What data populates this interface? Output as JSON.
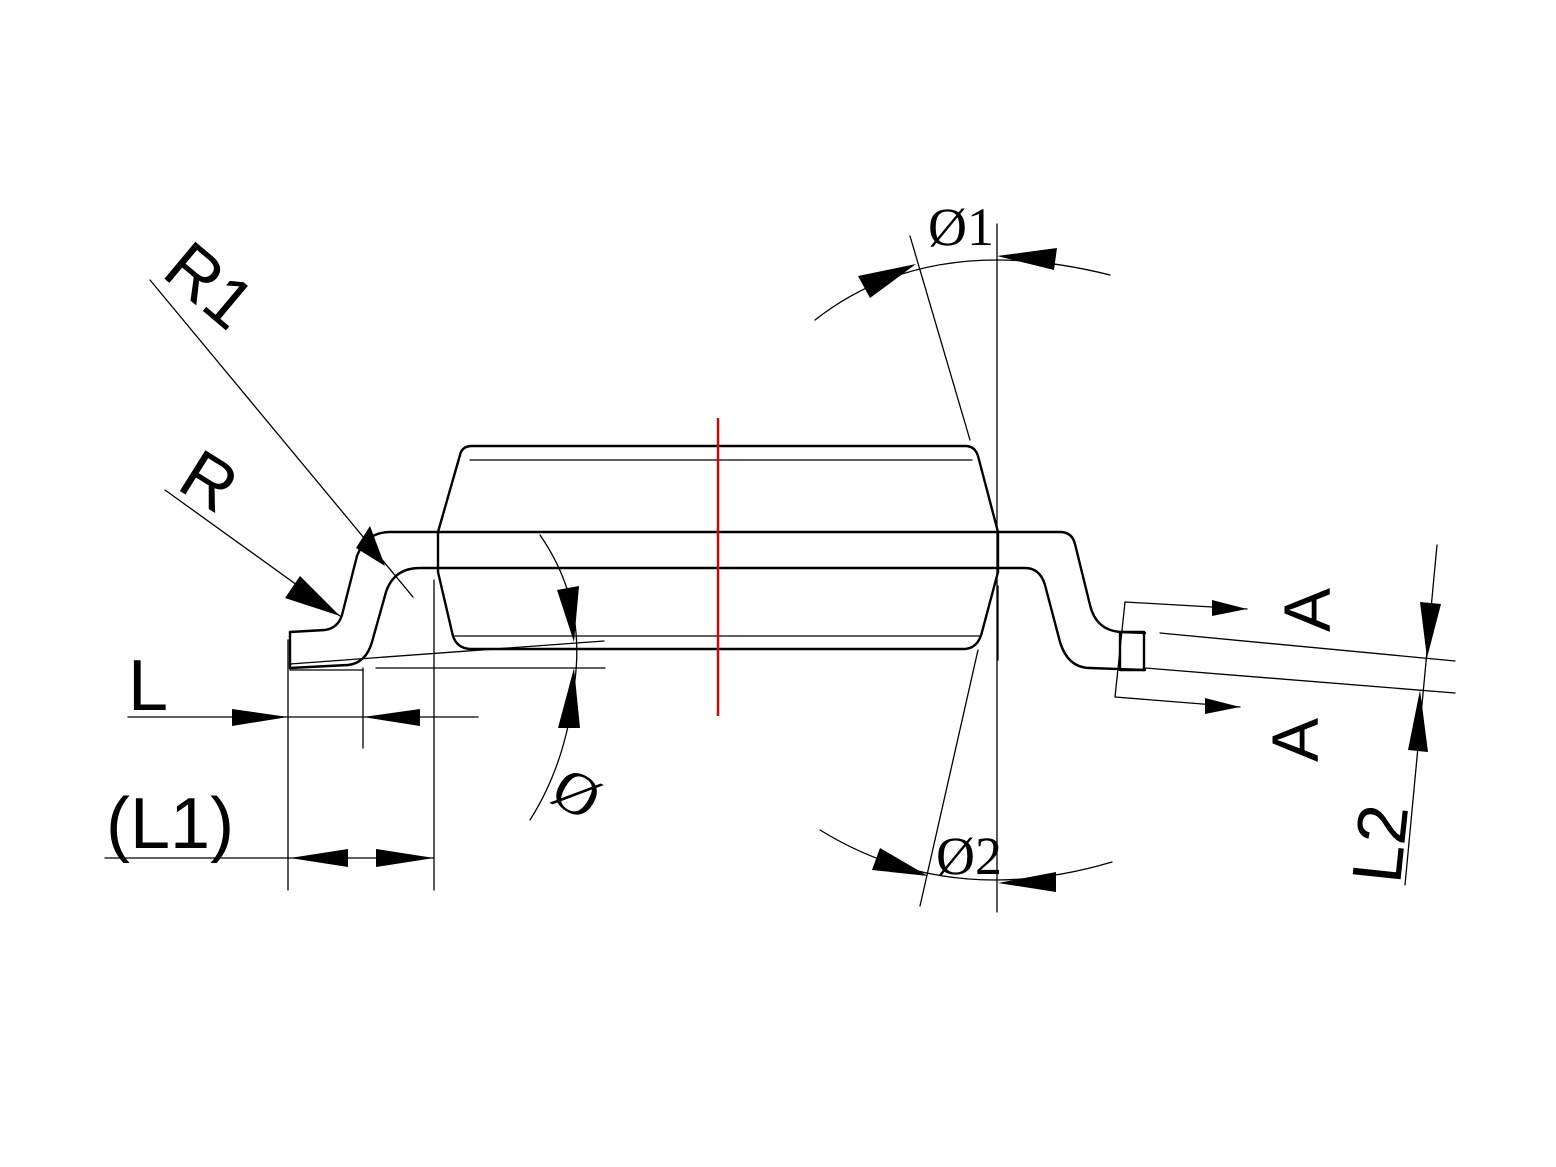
{
  "labels": {
    "r1": "R1",
    "r": "R",
    "l": "L",
    "l1": "(L1)",
    "phi": "Ø",
    "phi1": "Ø1",
    "phi2": "Ø2",
    "section_a_top": "A",
    "section_a_bottom": "A",
    "l2": "L2"
  },
  "colors": {
    "outline": "#000000",
    "centerline": "#e00000"
  }
}
